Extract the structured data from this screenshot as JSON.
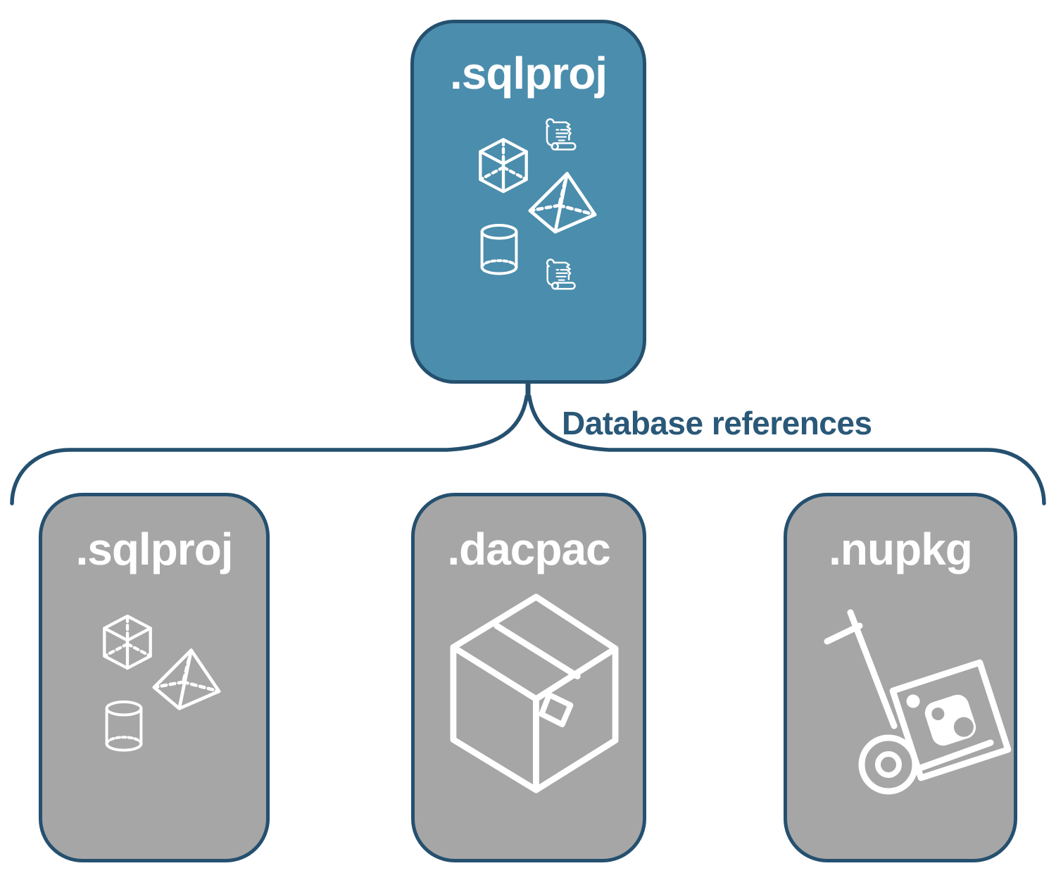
{
  "theme": {
    "background": "#FFFFFF",
    "root_fill": "#4B8DAC",
    "child_fill": "#A6A6A6",
    "node_border": "#25506F",
    "connector_color": "#25506F",
    "connector_label_color": "#2A5878",
    "title_color": "#FFFFFF",
    "icon_color": "#FFFFFF"
  },
  "root_node": {
    "label": ".sqlproj",
    "icons": [
      "scroll-icon",
      "cube-icon",
      "pyramid-icon",
      "cylinder-icon",
      "scroll-icon"
    ]
  },
  "connector": {
    "label": "Database references",
    "shape": "downward-brace"
  },
  "child_nodes": [
    {
      "label": ".sqlproj",
      "icons": [
        "cube-icon",
        "pyramid-icon",
        "cylinder-icon"
      ]
    },
    {
      "label": ".dacpac",
      "icons": [
        "package-box-icon"
      ]
    },
    {
      "label": ".nupkg",
      "icons": [
        "hand-truck-nuget-package-icon"
      ]
    }
  ]
}
